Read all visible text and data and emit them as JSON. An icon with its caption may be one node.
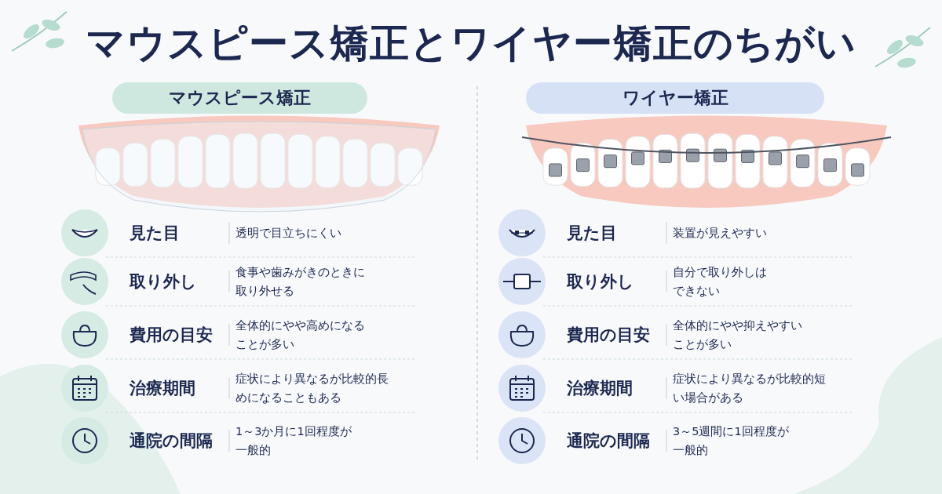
{
  "diagram": {
    "title": "マウスピース矯正とワイヤー矯正のちがい",
    "nodes": [
      {
        "text": [
          "マウスピース矯正"
        ]
      },
      {
        "text": [
          "ワイヤー矯正"
        ]
      }
    ],
    "labels": [
      "見た目",
      "透明で目立ちにくい",
      "見た目",
      "装置が見えやすい",
      "取り外し",
      "食事や歯みがきのときに取り外せる",
      "取り外し",
      "自分で取り外しはできない",
      "費用の目安",
      "全体的にやや高めになることが多い",
      "費用の目安",
      "全体的にやや抑えやすいことが多い",
      "治療期間",
      "症状により異なるが比較的長めになることもある",
      "治療期間",
      "症状により異なるが比較的短い場合がある",
      "通院の間隔",
      "1～3か月に1回程度が一般的",
      "通院の間隔",
      "3～5週間に1回程度が一般的"
    ]
  }
}
